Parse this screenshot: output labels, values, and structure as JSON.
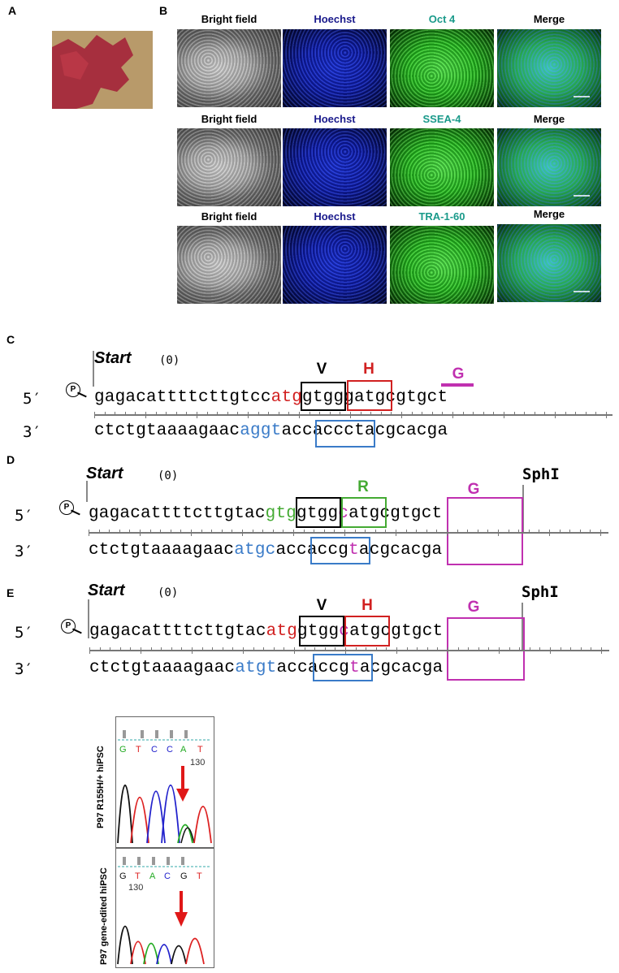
{
  "panels": {
    "A": "A",
    "B": "B",
    "C": "C",
    "D": "D",
    "E": "E"
  },
  "staining": {
    "rows": [
      {
        "cols": [
          "Bright field",
          "Hoechst",
          "Oct 4",
          "Merge"
        ]
      },
      {
        "cols": [
          "Bright field",
          "Hoechst",
          "SSEA-4",
          "Merge"
        ]
      },
      {
        "cols": [
          "Bright field",
          "Hoechst",
          "TRA-1-60",
          "Merge"
        ]
      }
    ],
    "colors": {
      "bright": "#000000",
      "hoechst": "#1a1a8c",
      "marker": "#1a9a8a",
      "merge": "#000000"
    }
  },
  "seq_c": {
    "start": "Start",
    "pos": "(0)",
    "five": "5′",
    "three": "3′",
    "top": "gagacattttcttgtccatggtgggatgcgtgct",
    "bottom": "ctctgtaaaagaacaggtaccaccctacgcacga",
    "aa": {
      "v": "V",
      "h": "H",
      "g": "G"
    }
  },
  "seq_d": {
    "start": "Start",
    "pos": "(0)",
    "enzyme": "SphI",
    "five": "5′",
    "three": "3′",
    "top": "gagacattttcttgtacgtggtggcatgcgtgct",
    "bottom": "ctctgtaaaagaacatgcaccaccgtacgcacga",
    "aa": {
      "r": "R",
      "g": "G"
    }
  },
  "seq_e": {
    "start": "Start",
    "pos": "(0)",
    "enzyme": "SphI",
    "five": "5′",
    "three": "3′",
    "top": "gagacattttcttgtacatggtggcatgcgtgct",
    "bottom": "ctctgtaaaagaacatgtaccaccgtacgcacga",
    "aa": {
      "v": "V",
      "h": "H",
      "g": "G"
    }
  },
  "chromatograms": [
    {
      "label": "P97 R155H/+ hiPSC",
      "bases": [
        "G",
        "T",
        "C",
        "C",
        "A",
        "T"
      ],
      "pos": "130"
    },
    {
      "label": "P97 gene-edited  hiPSC",
      "bases": [
        "G",
        "T",
        "A",
        "C",
        "G",
        "T"
      ],
      "pos": "130"
    }
  ],
  "promoter": "P"
}
